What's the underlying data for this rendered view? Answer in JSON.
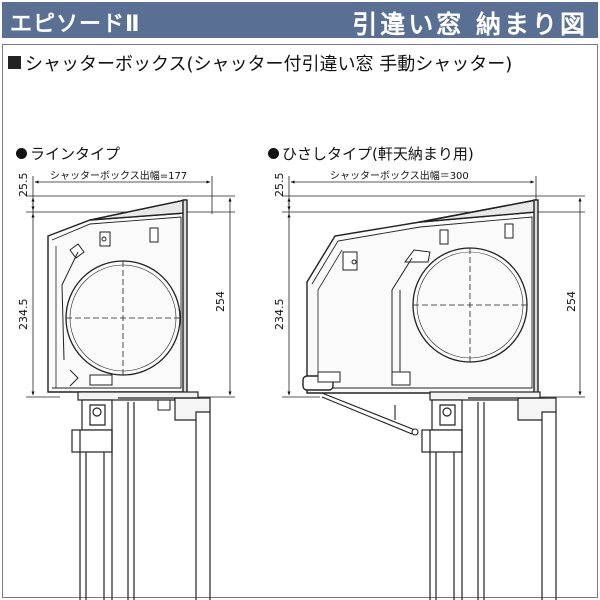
{
  "header": {
    "series": "エピソードⅡ",
    "title": "引違い窓 納まり図"
  },
  "section": {
    "title": "シャッターボックス(シャッター付引違い窓 手動シャッター)"
  },
  "diagrams": {
    "line_type": {
      "label": "ラインタイプ",
      "box_width_label": "シャッターボックス出幅=177",
      "dim_top": "25.5",
      "dim_left": "234.5",
      "dim_right": "254"
    },
    "eave_type": {
      "label": "ひさしタイプ(軒天納まり用)",
      "box_width_label": "シャッターボックス出幅＝300",
      "dim_top": "25.5",
      "dim_left": "234.5",
      "dim_right": "254"
    }
  }
}
